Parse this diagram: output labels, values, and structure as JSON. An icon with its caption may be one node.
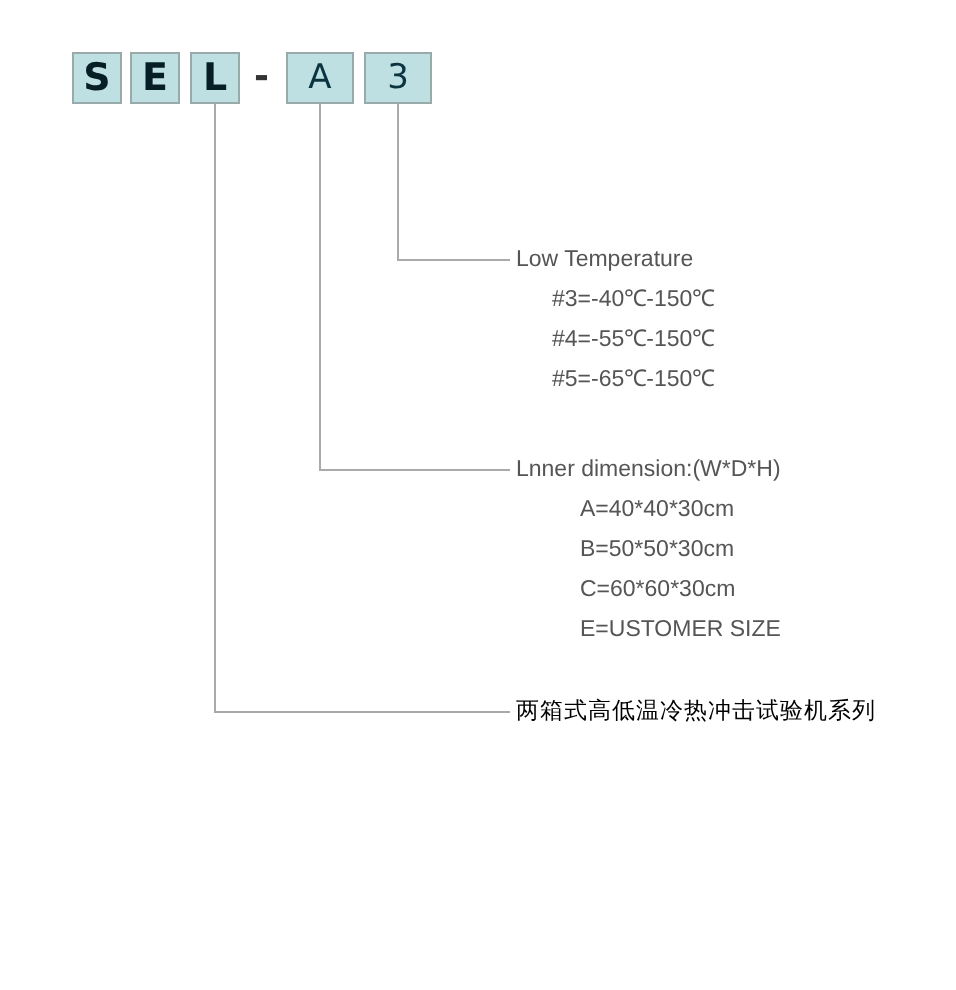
{
  "diagram": {
    "nodes": [
      {
        "text": [
          "S"
        ]
      },
      {
        "text": [
          "E"
        ]
      },
      {
        "text": [
          "L"
        ]
      },
      {
        "text": [
          "A"
        ]
      },
      {
        "text": [
          "3"
        ]
      },
      {
        "text": [
          "Low Temperature",
          "#3=-40℃-150℃",
          "#4=-55℃-150℃",
          "#5=-65℃-150℃"
        ]
      },
      {
        "text": [
          "Lnner dimension:(W*D*H)",
          "A=40*40*30cm",
          "B=50*50*30cm",
          "C=60*60*30cm",
          "E=USTOMER SIZE"
        ]
      },
      {
        "text": [
          "两箱式高低温冷热冲击试验机系列"
        ]
      }
    ],
    "edges": [
      {
        "from": 4,
        "to": 5,
        "arrow": "none"
      },
      {
        "from": 3,
        "to": 6,
        "arrow": "none"
      },
      {
        "from": 2,
        "to": 7,
        "arrow": "none"
      }
    ],
    "labels": [
      "-"
    ]
  }
}
